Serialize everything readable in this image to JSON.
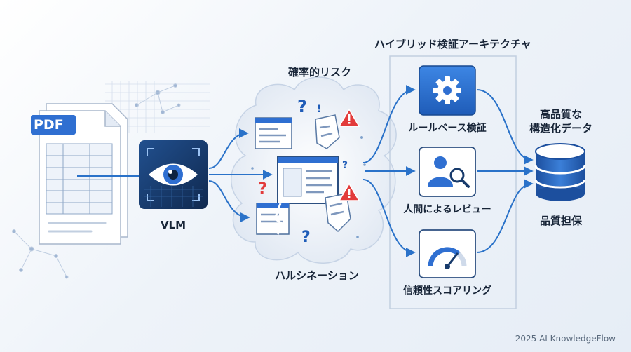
{
  "pdf": {
    "badge": "PDF"
  },
  "vlm": {
    "label": "VLM"
  },
  "risk": {
    "title": "確率的リスク",
    "hallucination": "ハルシネーション"
  },
  "hybrid": {
    "title": "ハイブリッド検証アーキテクチャ",
    "items": [
      {
        "label": "ルールベース検証",
        "icon": "gear-icon"
      },
      {
        "label": "人間によるレビュー",
        "icon": "person-search-icon"
      },
      {
        "label": "信頼性スコアリング",
        "icon": "gauge-icon"
      }
    ]
  },
  "output": {
    "title_line1": "高品質な",
    "title_line2": "構造化データ",
    "label": "品質担保"
  },
  "footer": "2025 AI KnowledgeFlow",
  "colors": {
    "primary": "#2f6fd1",
    "navy": "#173a6b",
    "warning": "#e23b3b",
    "line": "#2a72c9"
  }
}
